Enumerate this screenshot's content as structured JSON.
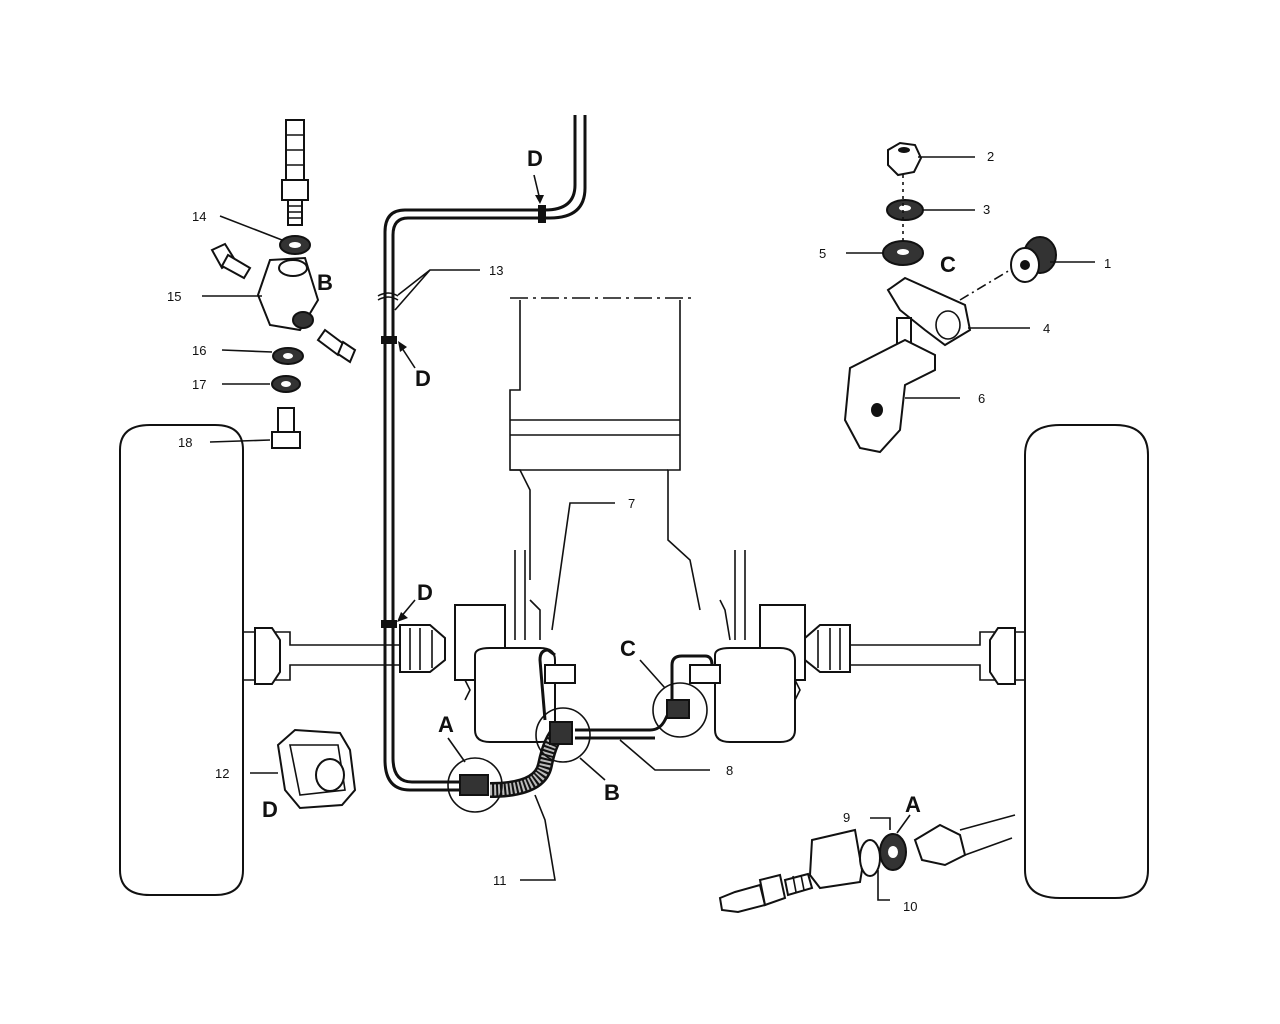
{
  "part_numbers": {
    "p1": "1",
    "p2": "2",
    "p3": "3",
    "p4": "4",
    "p5": "5",
    "p6": "6",
    "p7": "7",
    "p8": "8",
    "p9": "9",
    "p10": "10",
    "p11": "11",
    "p12": "12",
    "p13": "13",
    "p14": "14",
    "p15": "15",
    "p16": "16",
    "p17": "17",
    "p18": "18"
  },
  "detail_letters": {
    "a": "A",
    "b": "B",
    "c": "C",
    "d": "D"
  }
}
